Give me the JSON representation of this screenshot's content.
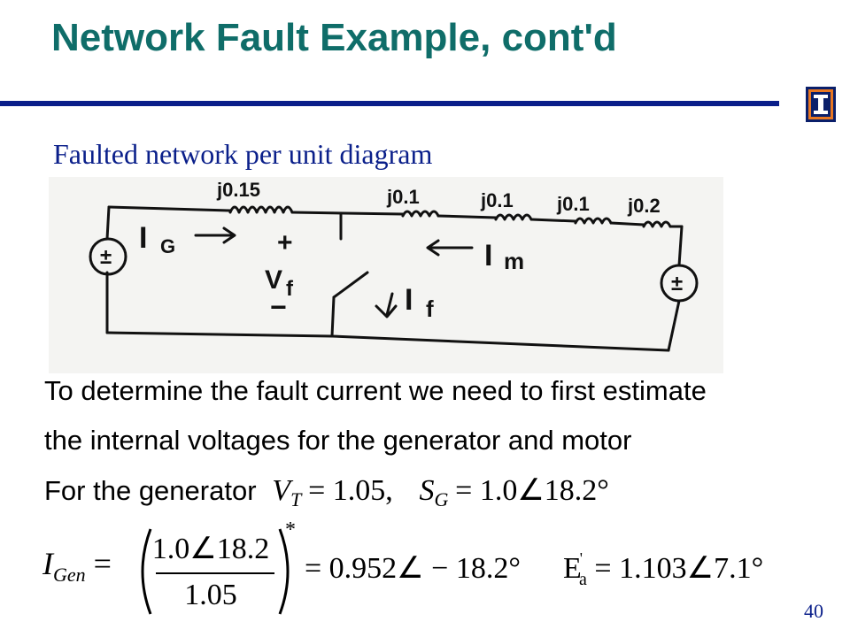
{
  "slide": {
    "title": "Network Fault Example, cont'd",
    "subtitle": "Faulted network per unit diagram",
    "page_number": "40"
  },
  "diagram": {
    "impedances": [
      "j0.15",
      "j0.1",
      "j0.1",
      "j0.1",
      "j0.2"
    ],
    "labels": {
      "generator_current": "I",
      "generator_current_sub": "G",
      "motor_current": "I",
      "motor_current_sub": "m",
      "fault_current": "I",
      "fault_current_sub": "f",
      "fault_voltage": "V",
      "fault_voltage_sub": "f",
      "plus": "+",
      "minus": "−",
      "source_symbol": "±"
    }
  },
  "body": {
    "line1": "To determine the fault current we need to first estimate",
    "line2": "the internal voltages for the generator and motor",
    "line3_text": "For the generator",
    "line3_vt": "V",
    "line3_vt_sub": "T",
    "line3_vt_val": "= 1.05,",
    "line3_sg": "S",
    "line3_sg_sub": "G",
    "line3_sg_val": "= 1.0∠18.2°",
    "igen": "I",
    "igen_sub": "Gen",
    "frac_num": "1.0∠18.2",
    "frac_den": "1.05",
    "conj": "*",
    "result1": "= 0.952∠ − 18.2°",
    "ea": "E",
    "ea_sup": "'",
    "ea_sub": "a",
    "result2": "= 1.103∠7.1°"
  }
}
